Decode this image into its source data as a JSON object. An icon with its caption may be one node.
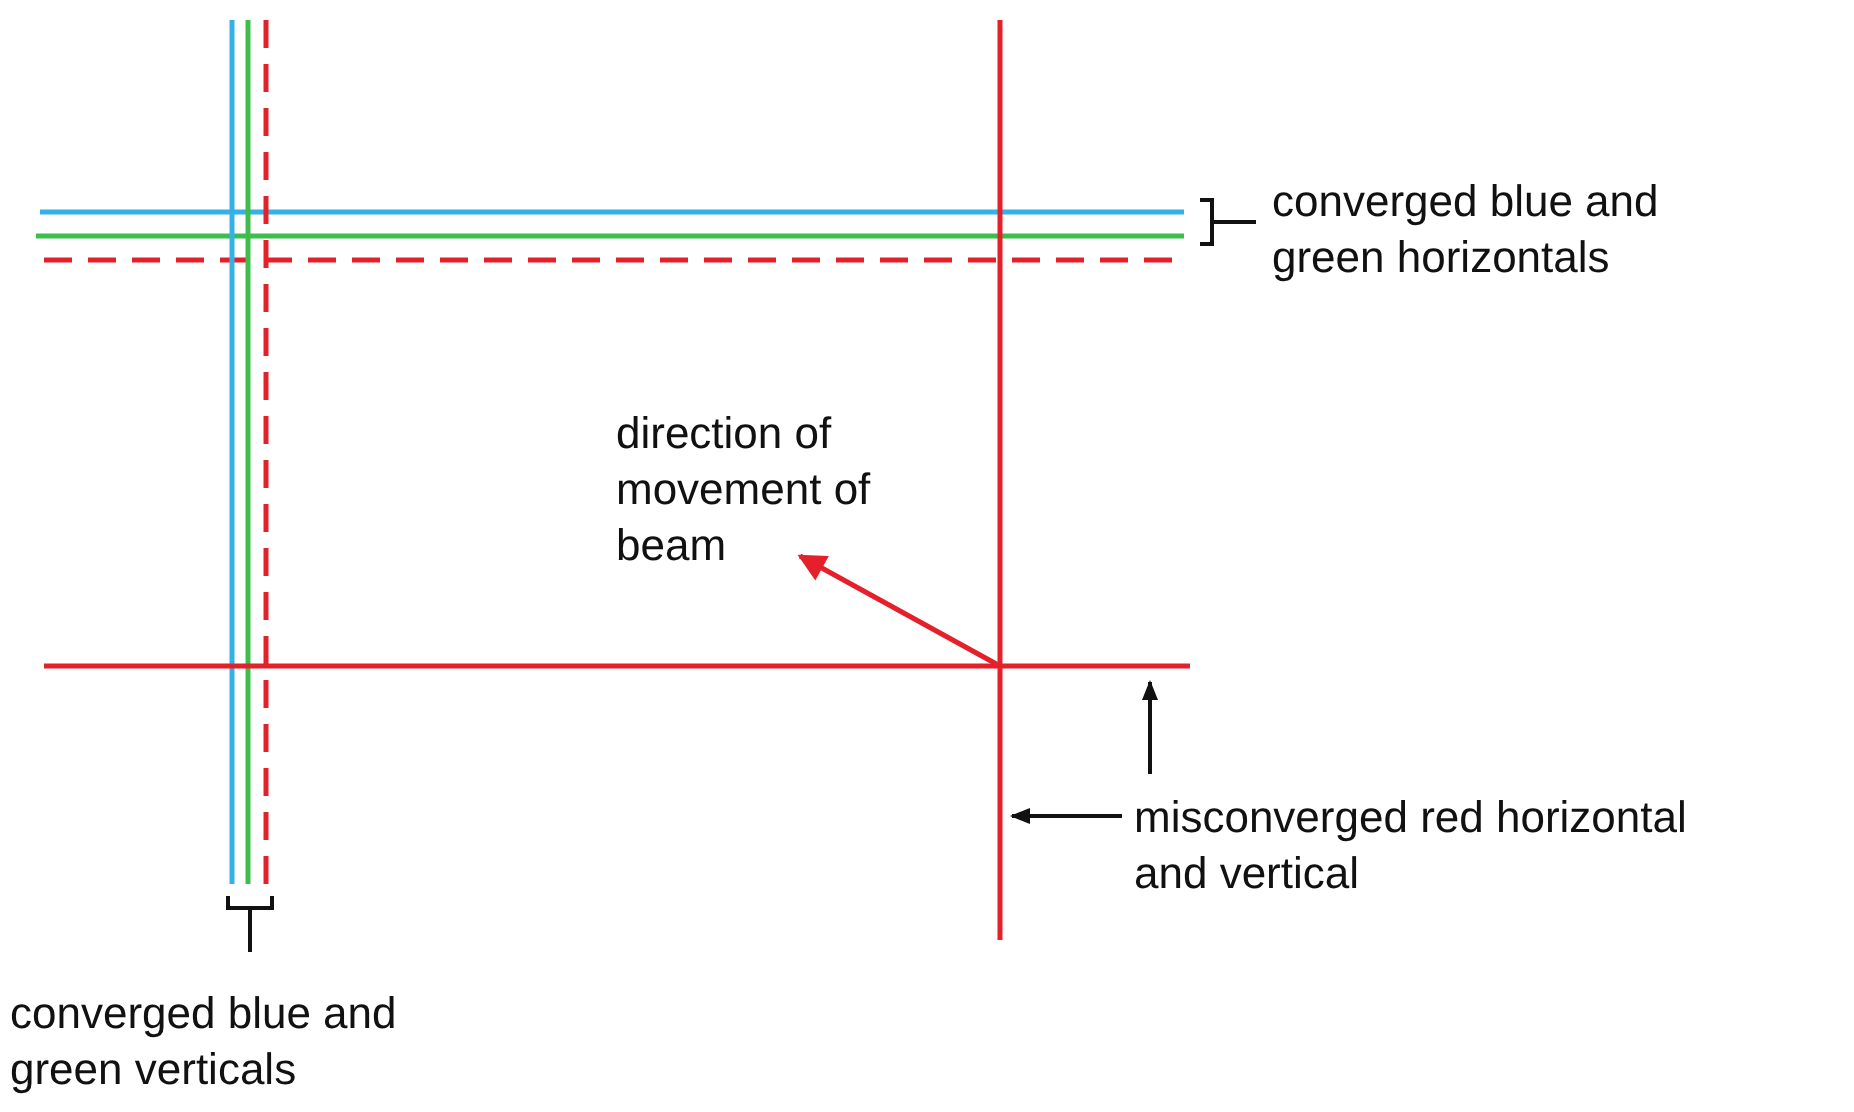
{
  "diagram": {
    "nodes": [
      {
        "text": [
          "misconverged red horizontal and vertical"
        ]
      },
      {
        "text": [],
        "shape": "line"
      },
      {
        "text": [],
        "shape": "line"
      }
    ],
    "edges": [
      {
        "from": 0,
        "to": 1,
        "arrow": "to"
      },
      {
        "from": 0,
        "to": 2,
        "arrow": "to"
      }
    ],
    "labels": [
      "converged blue and green horizontals",
      "direction of movement of beam",
      "converged blue and green verticals"
    ]
  }
}
